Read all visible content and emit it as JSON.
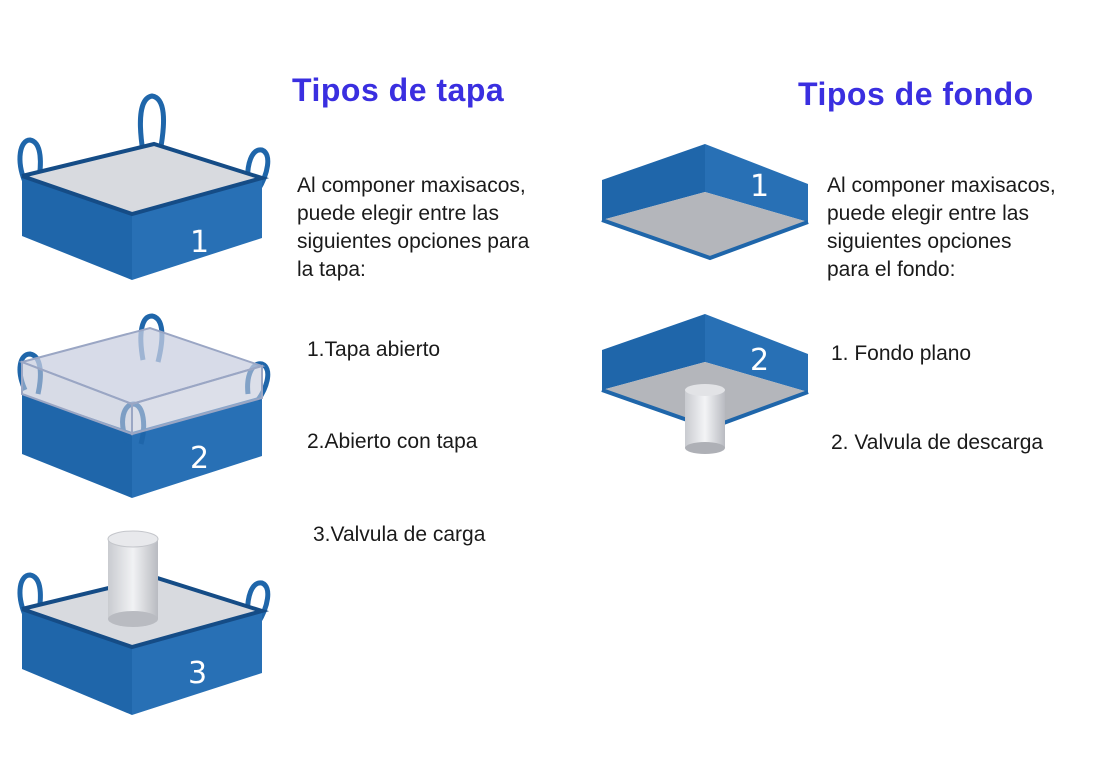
{
  "tapa": {
    "title": "Tipos de tapa",
    "intro": [
      "Al componer maxisacos,",
      "puede elegir entre las",
      "siguientes opciones para",
      "la tapa:"
    ],
    "options": [
      "1.Tapa abierto",
      "2.Abierto con tapa",
      "3.Valvula de carga"
    ],
    "figure_numbers": [
      "1",
      "2",
      "3"
    ]
  },
  "fondo": {
    "title": "Tipos de fondo",
    "intro": [
      "Al componer maxisacos,",
      "puede elegir entre las",
      "siguientes opciones",
      "para el fondo:"
    ],
    "options": [
      "1. Fondo plano",
      "2. Valvula de descarga"
    ],
    "figure_numbers": [
      "1",
      "2"
    ]
  },
  "colors": {
    "title": "#3a2fe0",
    "bag_blue": "#1f66aa",
    "bag_dark": "#154c86",
    "bag_top": "#d8dadf",
    "text": "#1a1a1a"
  }
}
